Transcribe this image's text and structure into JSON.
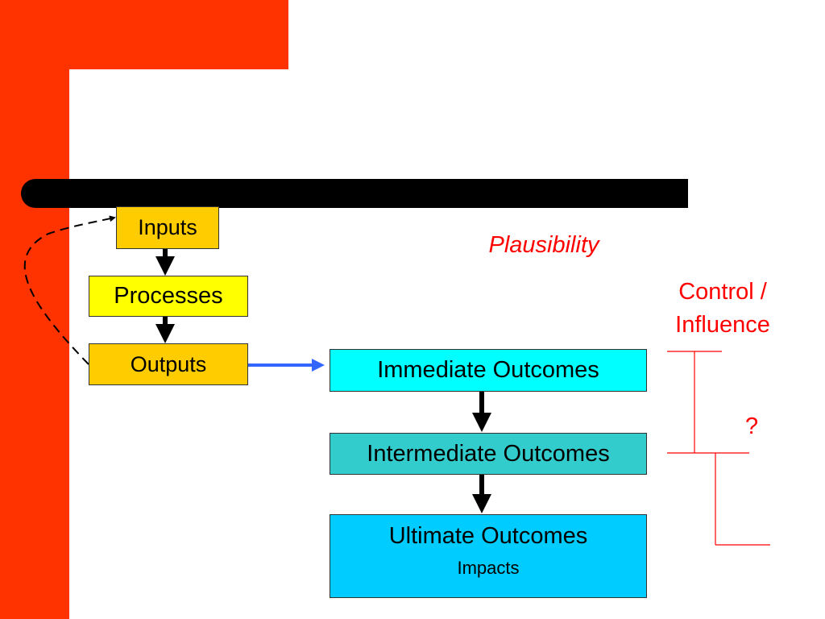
{
  "diagram": {
    "inputs": "Inputs",
    "processes": "Processes",
    "outputs": "Outputs",
    "immediate_outcomes": "Immediate Outcomes",
    "intermediate_outcomes": "Intermediate Outcomes",
    "ultimate_outcomes": "Ultimate Outcomes",
    "impacts": "Impacts",
    "plausibility": "Plausibility",
    "control_line1": "Control /",
    "control_line2": "Influence",
    "question": "?"
  },
  "colors": {
    "background_accent": "#ff3300",
    "inputs_box": "#ffcc00",
    "processes_box": "#ffff00",
    "outputs_box": "#ffcc00",
    "immediate_box": "#00ffff",
    "intermediate_box": "#33cccc",
    "ultimate_box": "#00ccff",
    "annotation_red": "#ff0000",
    "link_arrow_blue": "#3366ff"
  }
}
